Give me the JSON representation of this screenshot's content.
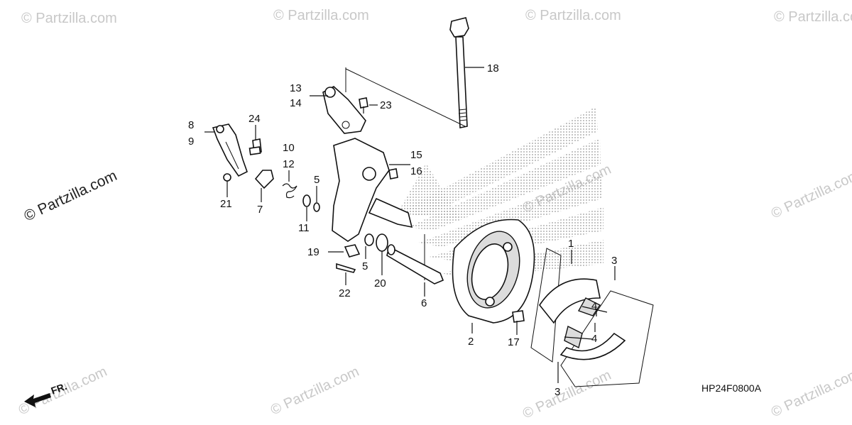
{
  "diagram": {
    "callouts": [
      {
        "id": "1",
        "label": "1"
      },
      {
        "id": "2",
        "label": "2"
      },
      {
        "id": "3a",
        "label": "3"
      },
      {
        "id": "3b",
        "label": "3"
      },
      {
        "id": "4a",
        "label": "4"
      },
      {
        "id": "4b",
        "label": "4"
      },
      {
        "id": "5a",
        "label": "5"
      },
      {
        "id": "5b",
        "label": "5"
      },
      {
        "id": "6",
        "label": "6"
      },
      {
        "id": "7",
        "label": "7"
      },
      {
        "id": "8",
        "label": "8"
      },
      {
        "id": "9",
        "label": "9"
      },
      {
        "id": "10",
        "label": "10"
      },
      {
        "id": "11",
        "label": "11"
      },
      {
        "id": "12",
        "label": "12"
      },
      {
        "id": "13",
        "label": "13"
      },
      {
        "id": "14",
        "label": "14"
      },
      {
        "id": "15",
        "label": "15"
      },
      {
        "id": "16",
        "label": "16"
      },
      {
        "id": "17",
        "label": "17"
      },
      {
        "id": "18",
        "label": "18"
      },
      {
        "id": "19",
        "label": "19"
      },
      {
        "id": "20",
        "label": "20"
      },
      {
        "id": "21",
        "label": "21"
      },
      {
        "id": "22",
        "label": "22"
      },
      {
        "id": "23",
        "label": "23"
      },
      {
        "id": "24",
        "label": "24"
      }
    ],
    "diagram_code": "HP24F0800A",
    "front_indicator": "FR.",
    "watermark": "© Partzilla.com",
    "accent_color": "#111111",
    "watermark_color": "#c8c8c8"
  }
}
